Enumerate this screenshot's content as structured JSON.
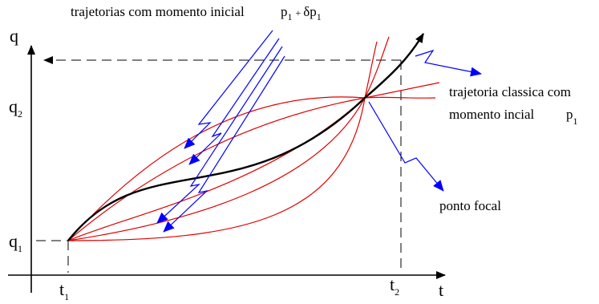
{
  "axes": {
    "x_label": "t",
    "y_label": "q",
    "ticks": {
      "t1": {
        "base": "t",
        "sub": "1"
      },
      "t2": {
        "base": "t",
        "sub": "2"
      },
      "q1": {
        "base": "q",
        "sub": "1"
      },
      "q2": {
        "base": "q",
        "sub": "2"
      }
    }
  },
  "annotations": {
    "perturbed": {
      "text": "trajetorias com momento inicial",
      "formula": {
        "p": "p",
        "p_sub": "1",
        "plus": "+",
        "dp": "δp",
        "dp_sub": "1"
      }
    },
    "classical": {
      "line1": "trajetoria classica com",
      "line2": "momento incial",
      "formula": {
        "p": "p",
        "p_sub": "1"
      }
    },
    "focal": "ponto focal"
  },
  "colors": {
    "axes": "#000000",
    "classical_trajectory": "#000000",
    "perturbed_trajectories": "#e00000",
    "arrows": "#0000ff"
  }
}
